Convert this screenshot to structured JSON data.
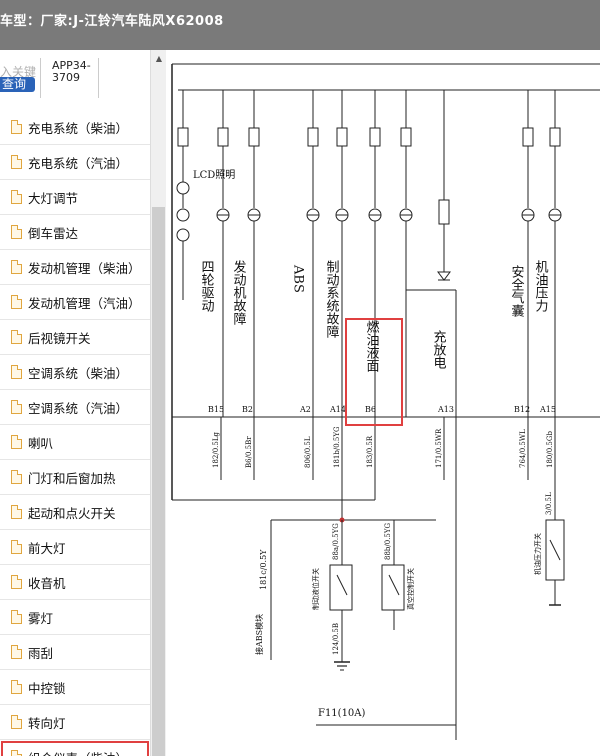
{
  "window": {
    "title": "车型：厂家:J-江铃汽车陆风X62008"
  },
  "toolbar": {
    "faded_text": "入关键",
    "query_button": "查询",
    "code": "APP34-3709"
  },
  "sidebar": {
    "items": [
      {
        "label": "充电系统（柴油）",
        "selected": false
      },
      {
        "label": "充电系统（汽油）",
        "selected": false
      },
      {
        "label": "大灯调节",
        "selected": false
      },
      {
        "label": "倒车雷达",
        "selected": false
      },
      {
        "label": "发动机管理（柴油）",
        "selected": false
      },
      {
        "label": "发动机管理（汽油）",
        "selected": false
      },
      {
        "label": "后视镜开关",
        "selected": false
      },
      {
        "label": "空调系统（柴油）",
        "selected": false
      },
      {
        "label": "空调系统（汽油）",
        "selected": false
      },
      {
        "label": "喇叭",
        "selected": false
      },
      {
        "label": "门灯和后窗加热",
        "selected": false
      },
      {
        "label": "起动和点火开关",
        "selected": false
      },
      {
        "label": "前大灯",
        "selected": false
      },
      {
        "label": "收音机",
        "selected": false
      },
      {
        "label": "雾灯",
        "selected": false
      },
      {
        "label": "雨刮",
        "selected": false
      },
      {
        "label": "中控锁",
        "selected": false
      },
      {
        "label": "转向灯",
        "selected": false
      },
      {
        "label": "组合仪表（柴油）",
        "selected": true
      }
    ]
  },
  "diagram": {
    "lcd_label": "LCD照明",
    "columns": [
      {
        "label": "四轮驱动",
        "pin": "B15",
        "wire": "182/0.5Lg"
      },
      {
        "label": "发动机故障",
        "pin": "B2",
        "wire": "B6/0.5Br"
      },
      {
        "label": "ABS",
        "pin": "A2",
        "wire": "806/0.5L"
      },
      {
        "label": "制动系统故障",
        "pin": "A14",
        "wire": "181b/0.5YG"
      },
      {
        "label": "燃油液面",
        "pin": "B6",
        "wire": "183/0.5R"
      },
      {
        "label": "充放电",
        "pin": "A13",
        "wire": "171/0.5WR"
      },
      {
        "label": "安全气囊",
        "pin": "B12",
        "wire": "764/0.5WL"
      },
      {
        "label": "机油压力",
        "pin": "A15",
        "wire": "180/0.5Gb"
      }
    ],
    "abs_wire": "181c/0.5Y",
    "abs_module": "接ABS模块",
    "brake_wire": "88a/0.5YG",
    "brake_switch": "制动液位开关",
    "vacuum_wire": "88b/0.5YG",
    "vacuum_switch": "真空控制开关",
    "ground_wire": "124/0.5B",
    "oil_wire": "3/0.5L",
    "oil_switch": "机油压力开关",
    "fuse": "F11(10A)"
  }
}
